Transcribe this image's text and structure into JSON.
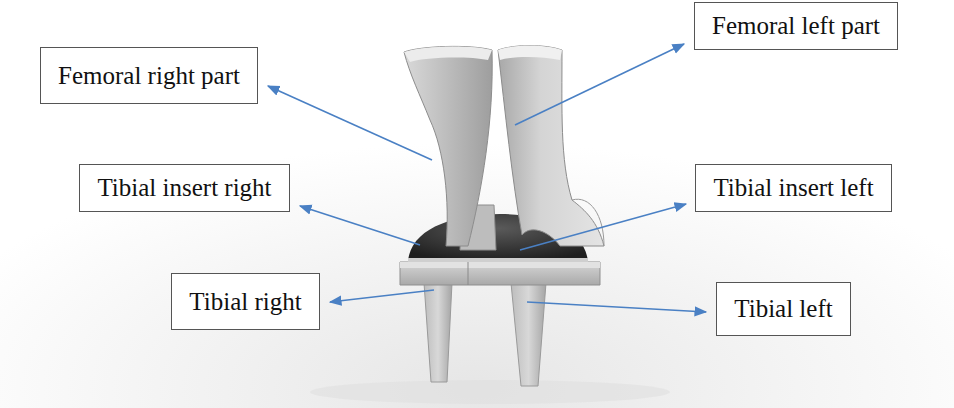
{
  "diagram": {
    "nodes": [
      {
        "text": [
          "Femoral left part"
        ]
      },
      {
        "text": [
          "Femoral right part"
        ]
      },
      {
        "text": [
          "Tibial insert right"
        ]
      },
      {
        "text": [
          "Tibial insert left"
        ]
      },
      {
        "text": [
          "Tibial right"
        ]
      },
      {
        "text": [
          "Tibial left"
        ]
      }
    ]
  }
}
